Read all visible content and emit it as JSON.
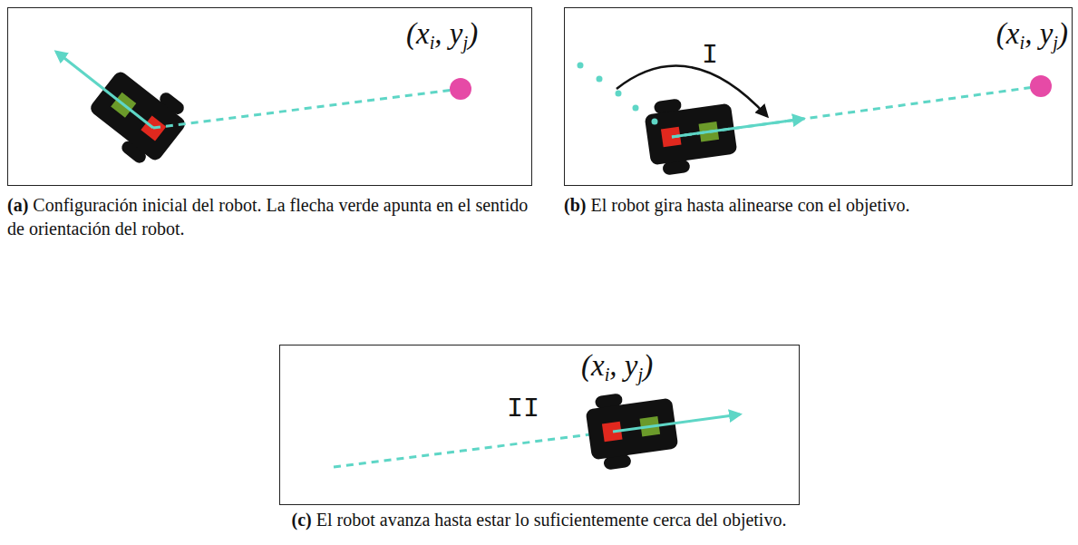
{
  "diagram": {
    "nodes": [
      {
        "text": [
          "(xi, yj)"
        ]
      },
      {
        "text": [
          "(xi, yj)",
          "I"
        ]
      },
      {
        "text": [
          "(xi, yj)",
          "II"
        ]
      }
    ],
    "labels": [
      "(a)",
      "Configuración inicial del robot. La flecha verde apunta en el sentido de orientación del robot.",
      "(b)",
      "El robot gira hasta alinearse con el objetivo.",
      "(c)",
      "El robot avanza hasta estar lo suficientemente cerca del objetivo."
    ]
  }
}
